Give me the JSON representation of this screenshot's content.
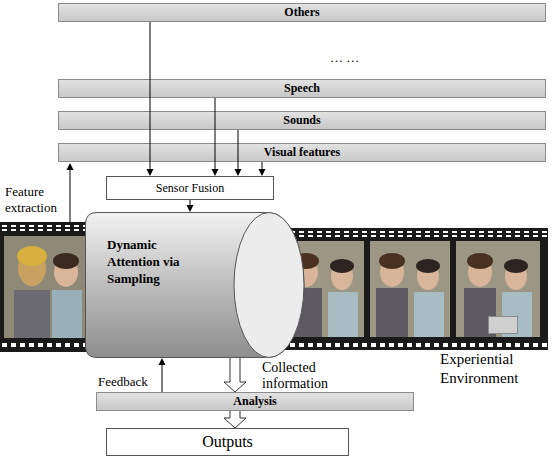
{
  "diagram": {
    "nodes": [
      {
        "text": [
          "Others"
        ]
      },
      {
        "text": [
          "Speech"
        ]
      },
      {
        "text": [
          "Sounds"
        ]
      },
      {
        "text": [
          "Visual features"
        ]
      },
      {
        "text": [
          "Sensor Fusion"
        ]
      },
      {
        "text": [
          "Dynamic Attention via Sampling"
        ]
      },
      {
        "text": [
          "Analysis"
        ]
      },
      {
        "text": [
          "Outputs"
        ]
      }
    ],
    "edges": [
      {
        "from": 0,
        "to": 4,
        "arrow": "to"
      },
      {
        "from": 1,
        "to": 4,
        "arrow": "to"
      },
      {
        "from": 2,
        "to": 4,
        "arrow": "to"
      },
      {
        "from": 3,
        "to": 4,
        "arrow": "to"
      },
      {
        "from": 4,
        "to": 5,
        "arrow": "to"
      },
      {
        "from": 5,
        "to": 6,
        "label": "Collected information",
        "arrow": "to"
      },
      {
        "from": 6,
        "to": 5,
        "label": "Feedback",
        "arrow": "to"
      },
      {
        "from": 6,
        "to": 7,
        "arrow": "to"
      }
    ],
    "labels": [
      "… …",
      "Feature extraction"
    ],
    "legend": [
      {
        "text": "Experiential Environment",
        "color": "#d0d0d0"
      }
    ]
  }
}
